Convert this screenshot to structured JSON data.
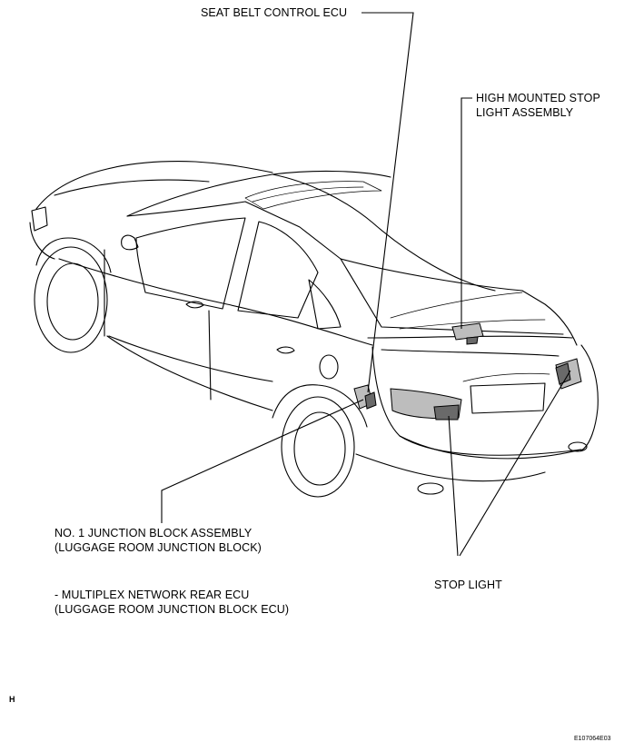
{
  "labels": {
    "seat_belt_ecu": "SEAT BELT CONTROL ECU",
    "high_mount_line1": "HIGH MOUNTED STOP",
    "high_mount_line2": "LIGHT ASSEMBLY",
    "junction_line1": "NO. 1 JUNCTION BLOCK ASSEMBLY",
    "junction_line2": "(LUGGAGE ROOM JUNCTION BLOCK)",
    "multiplex_line1": "- MULTIPLEX NETWORK REAR ECU",
    "multiplex_line2": "(LUGGAGE ROOM JUNCTION BLOCK ECU)",
    "stop_light": "STOP LIGHT",
    "section_marker": "H",
    "figure_code": "E107064E03"
  }
}
